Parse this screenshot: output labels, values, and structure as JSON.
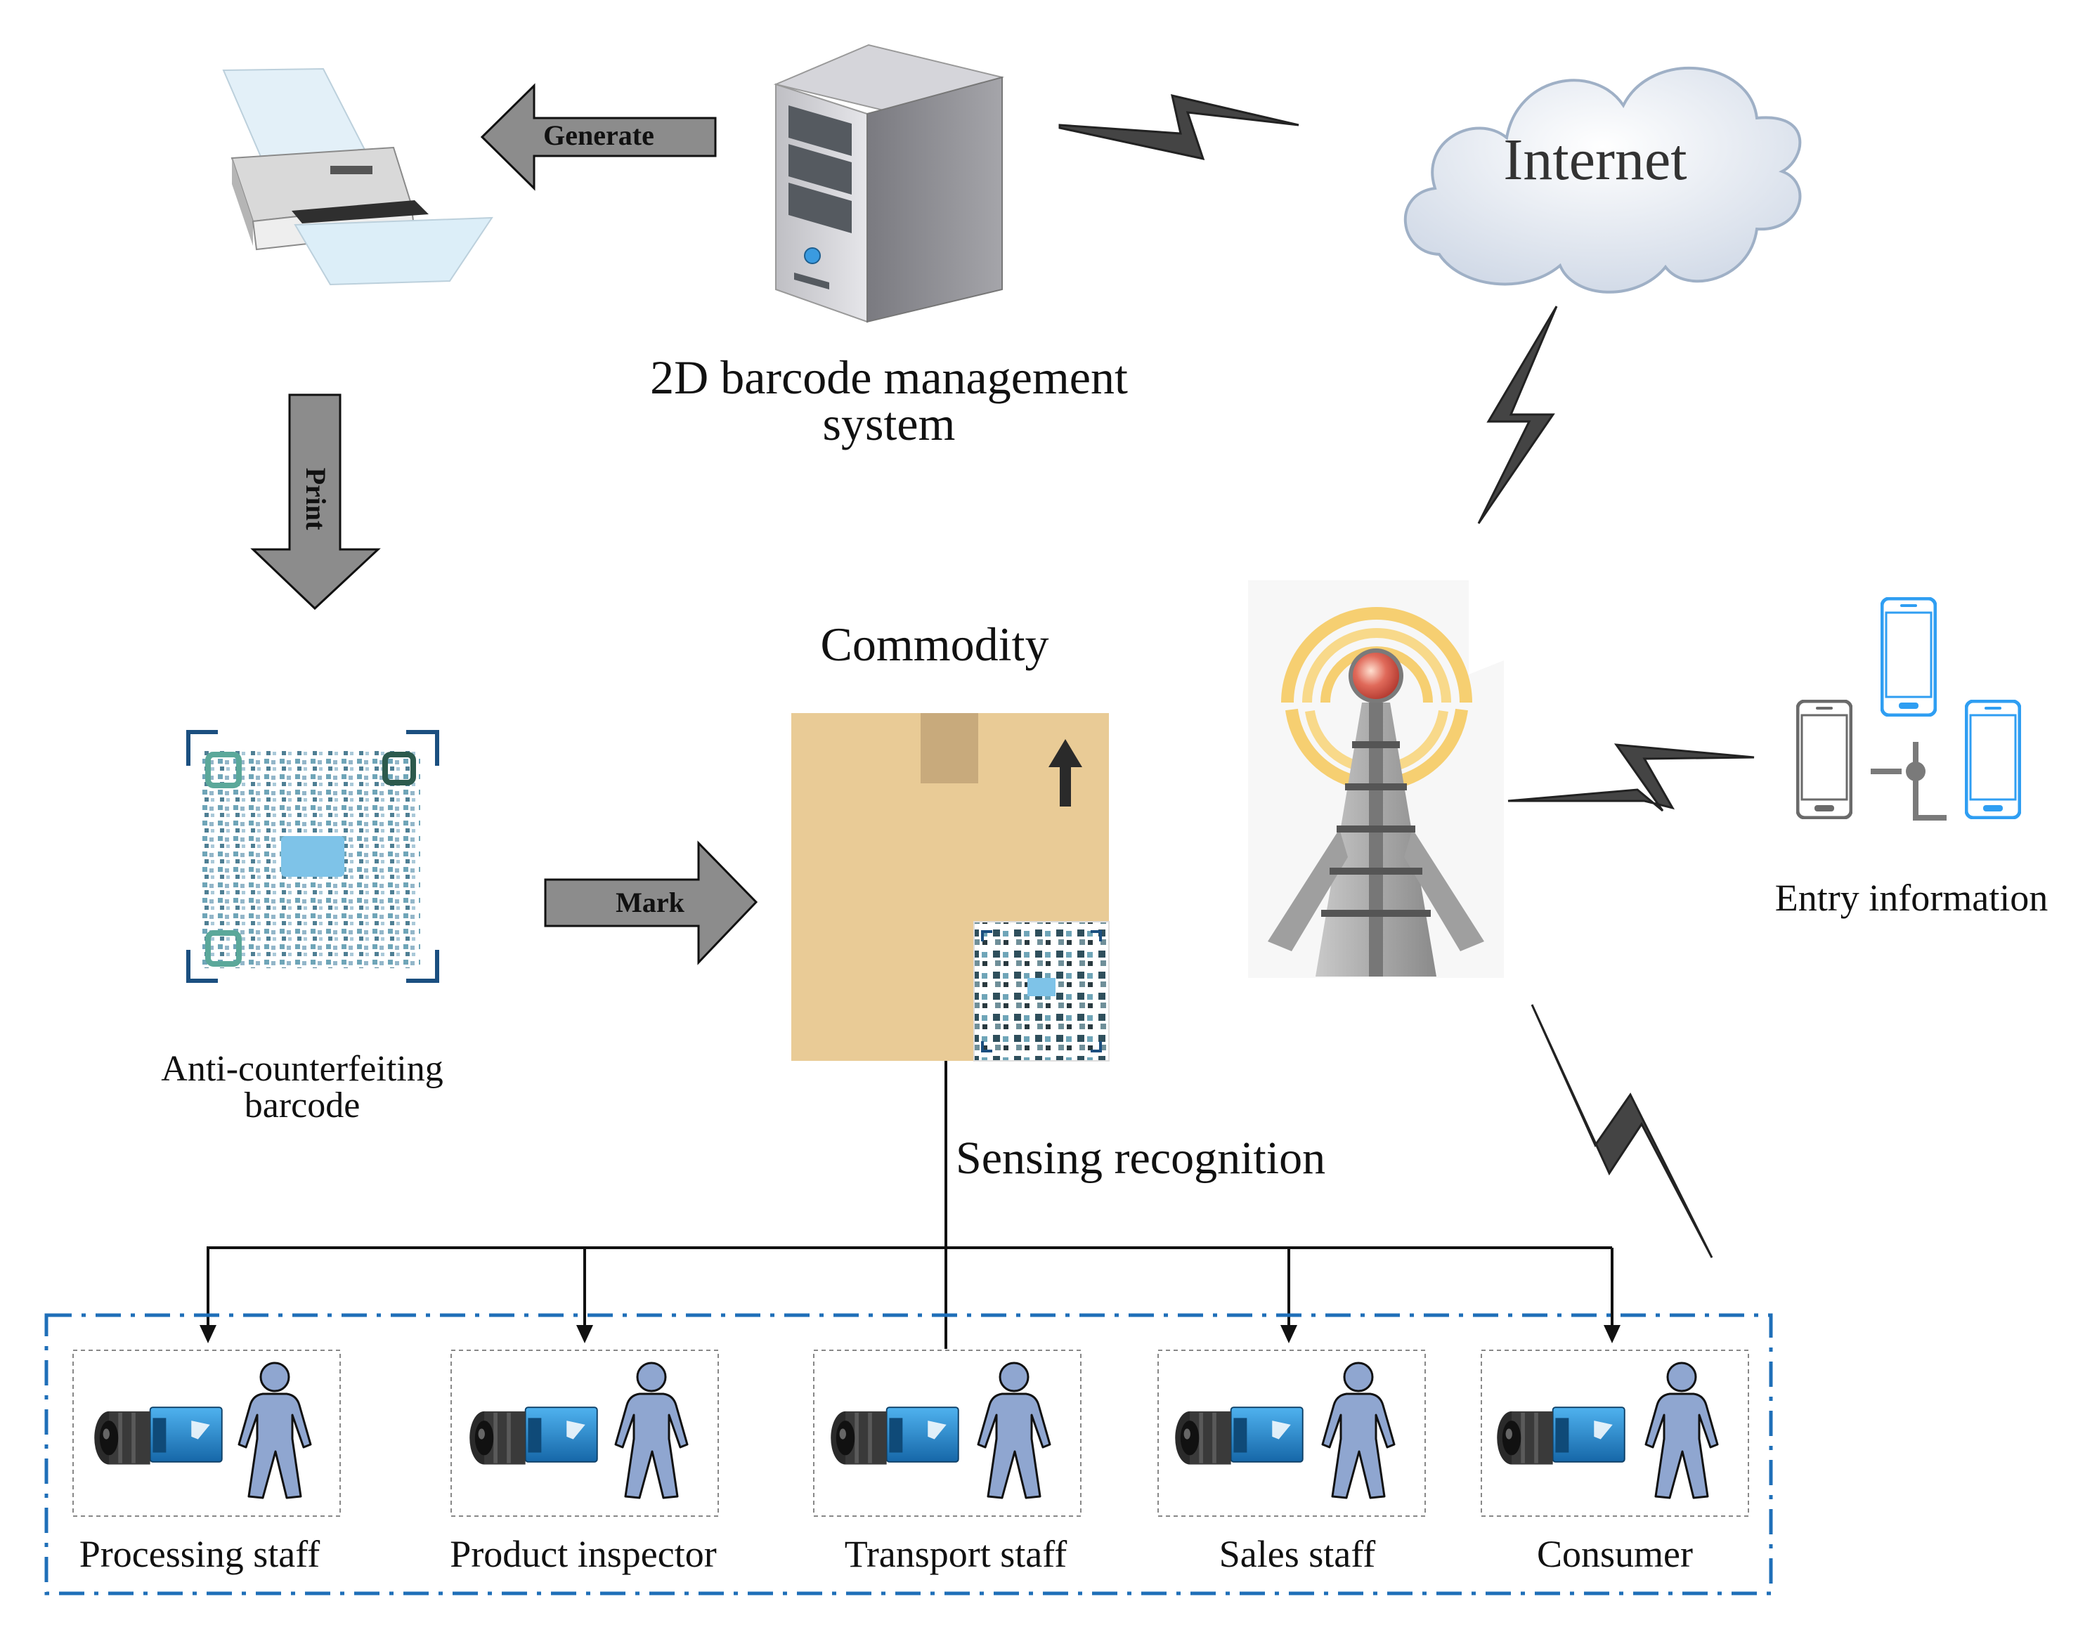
{
  "system": {
    "label_line1": "2D barcode management",
    "label_line2": "system"
  },
  "arrows": {
    "generate": "Generate",
    "print": "Print",
    "mark": "Mark"
  },
  "internet": {
    "label": "Internet"
  },
  "commodity": {
    "label": "Commodity"
  },
  "barcode": {
    "label_line1": "Anti-counterfeiting",
    "label_line2": "barcode"
  },
  "entry": {
    "label": "Entry information"
  },
  "sensing": {
    "label": "Sensing recognition"
  },
  "staff": [
    {
      "label": "Processing staff"
    },
    {
      "label": "Product inspector"
    },
    {
      "label": "Transport staff"
    },
    {
      "label": "Sales staff"
    },
    {
      "label": "Consumer"
    }
  ],
  "colors": {
    "dash_box": "#1f6fb8",
    "arrow_fill": "#8c8c8c",
    "box_fill": "#e9cb96",
    "phone_blue": "#2f9ef2",
    "person_fill": "#8fa6d0",
    "camera_blue": "#1f8fd8"
  }
}
